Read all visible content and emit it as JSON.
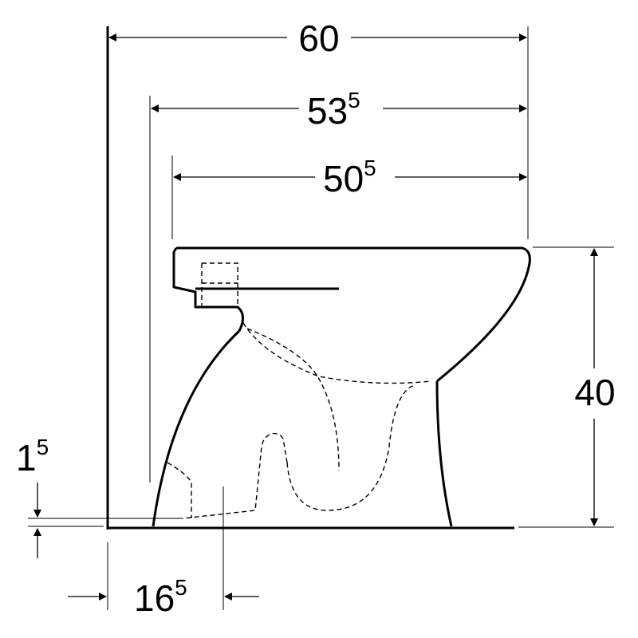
{
  "dimensions": {
    "overall_width": "60",
    "width_535": {
      "main": "53",
      "sup": "5"
    },
    "width_505": {
      "main": "50",
      "sup": "5"
    },
    "height": "40",
    "floor_gap": {
      "main": "1",
      "sup": "5"
    },
    "outlet_offset": {
      "main": "16",
      "sup": "5"
    }
  },
  "colors": {
    "line": "#000000",
    "background": "#ffffff"
  }
}
